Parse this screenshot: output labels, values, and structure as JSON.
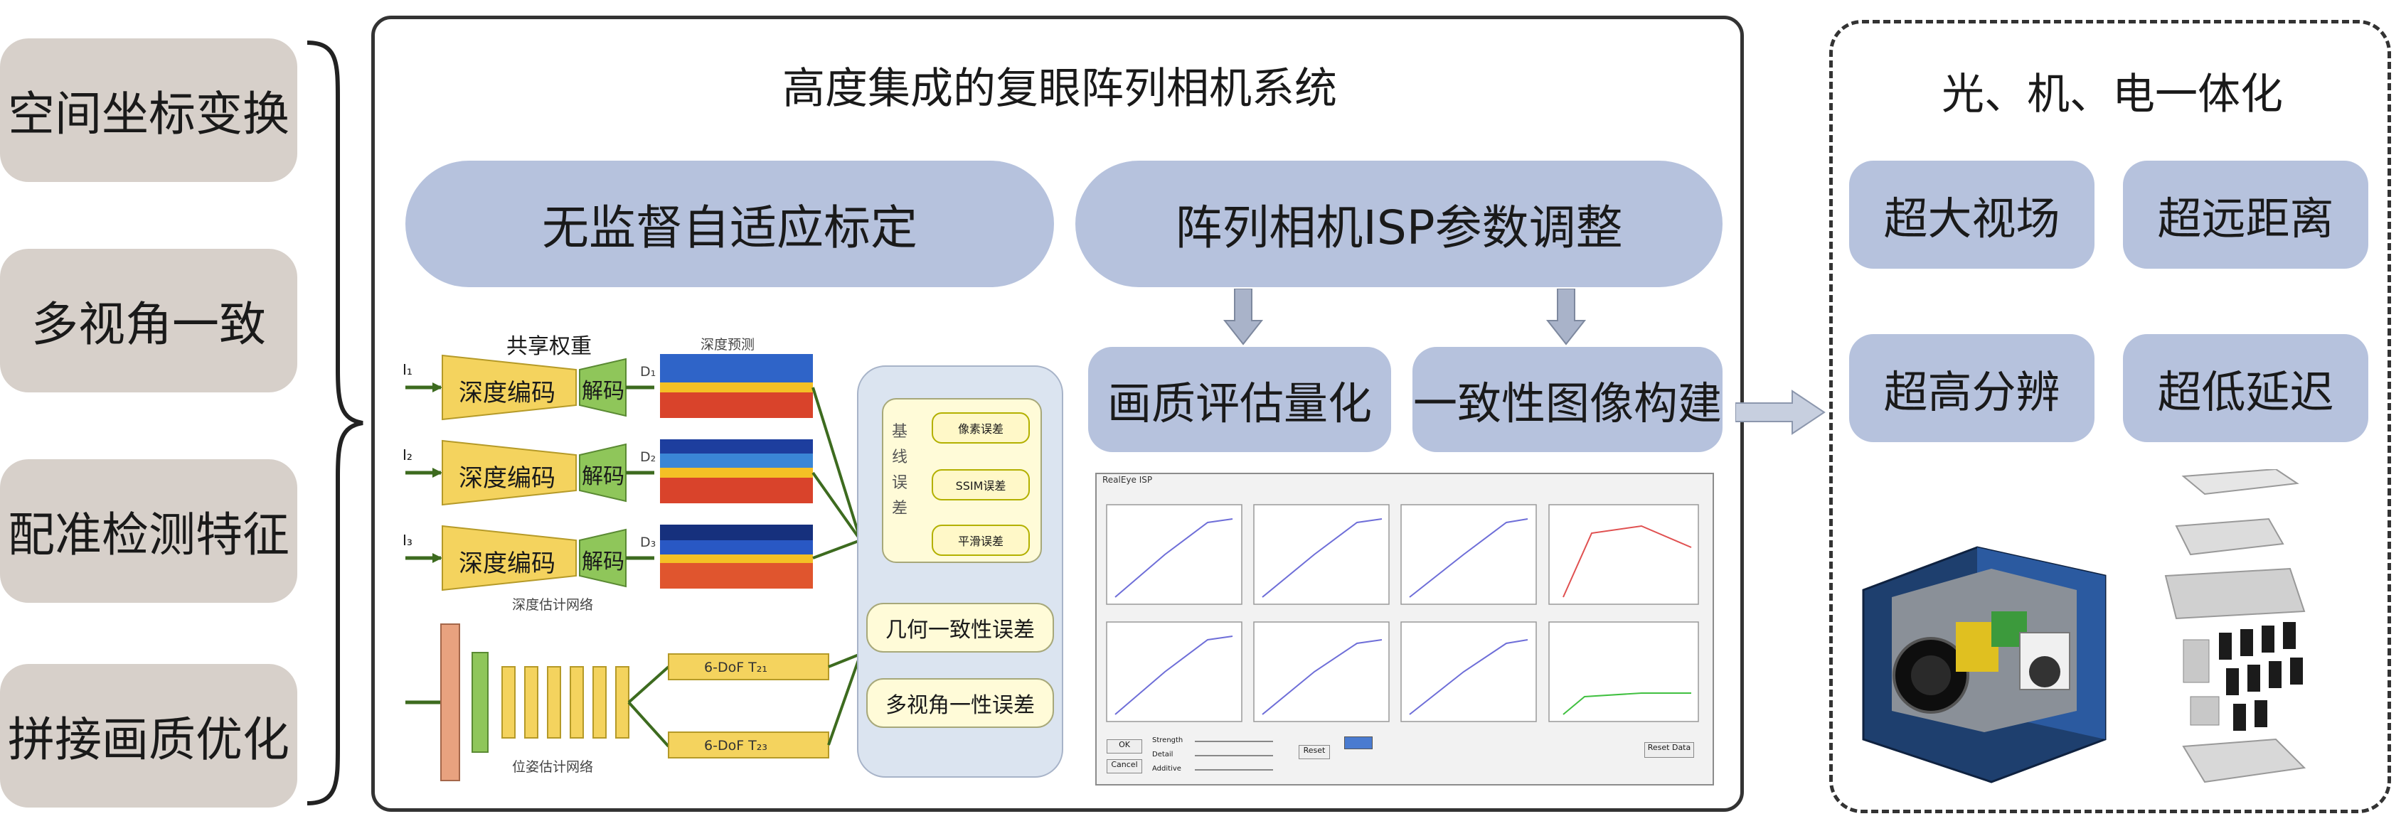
{
  "left_items": [
    "空间坐标变换",
    "多视角一致",
    "配准检测特征",
    "拼接画质优化"
  ],
  "main_title": "高度集成的复眼阵列相机系统",
  "section_left": "无监督自适应标定",
  "section_right": "阵列相机ISP参数调整",
  "sub_quality": "画质评估量化",
  "sub_consistency": "一致性图像构建",
  "network": {
    "shared_weights": "共享权重",
    "depth_pred": "深度预测",
    "inputs": [
      "I₁",
      "I₂",
      "I₃"
    ],
    "outputs": [
      "D₁",
      "D₂",
      "D₃"
    ],
    "encoder": "深度编码",
    "decoder": "解码",
    "depth_net": "深度估计网络",
    "pose_net": "位姿估计网络",
    "pose_outputs": [
      "6-DoF T₂₁",
      "6-DoF T₂₃"
    ]
  },
  "errors": {
    "baseline_label": "基线误差",
    "items": [
      "像素误差",
      "SSIM误差",
      "平滑误差"
    ],
    "geometric": "几何一致性误差",
    "multiview": "多视角一性误差"
  },
  "right_title": "光、机、电一体化",
  "features": [
    "超大视场",
    "超远距离",
    "超高分辨",
    "超低延迟"
  ],
  "software": {
    "window_title": "RealEye ISP",
    "buttons": [
      "OK",
      "Cancel",
      "Reset",
      "Reset Data"
    ],
    "sliders": [
      "Strength",
      "Detail",
      "Additive"
    ]
  },
  "colors": {
    "left_pill": "#d7d0ca",
    "blue_pill": "#b6c2dd",
    "encoder": "#f4d35e",
    "decoder": "#8fc65a",
    "arrow_green": "#3d6b1f",
    "arrow_gray": "#9aa6bd"
  }
}
